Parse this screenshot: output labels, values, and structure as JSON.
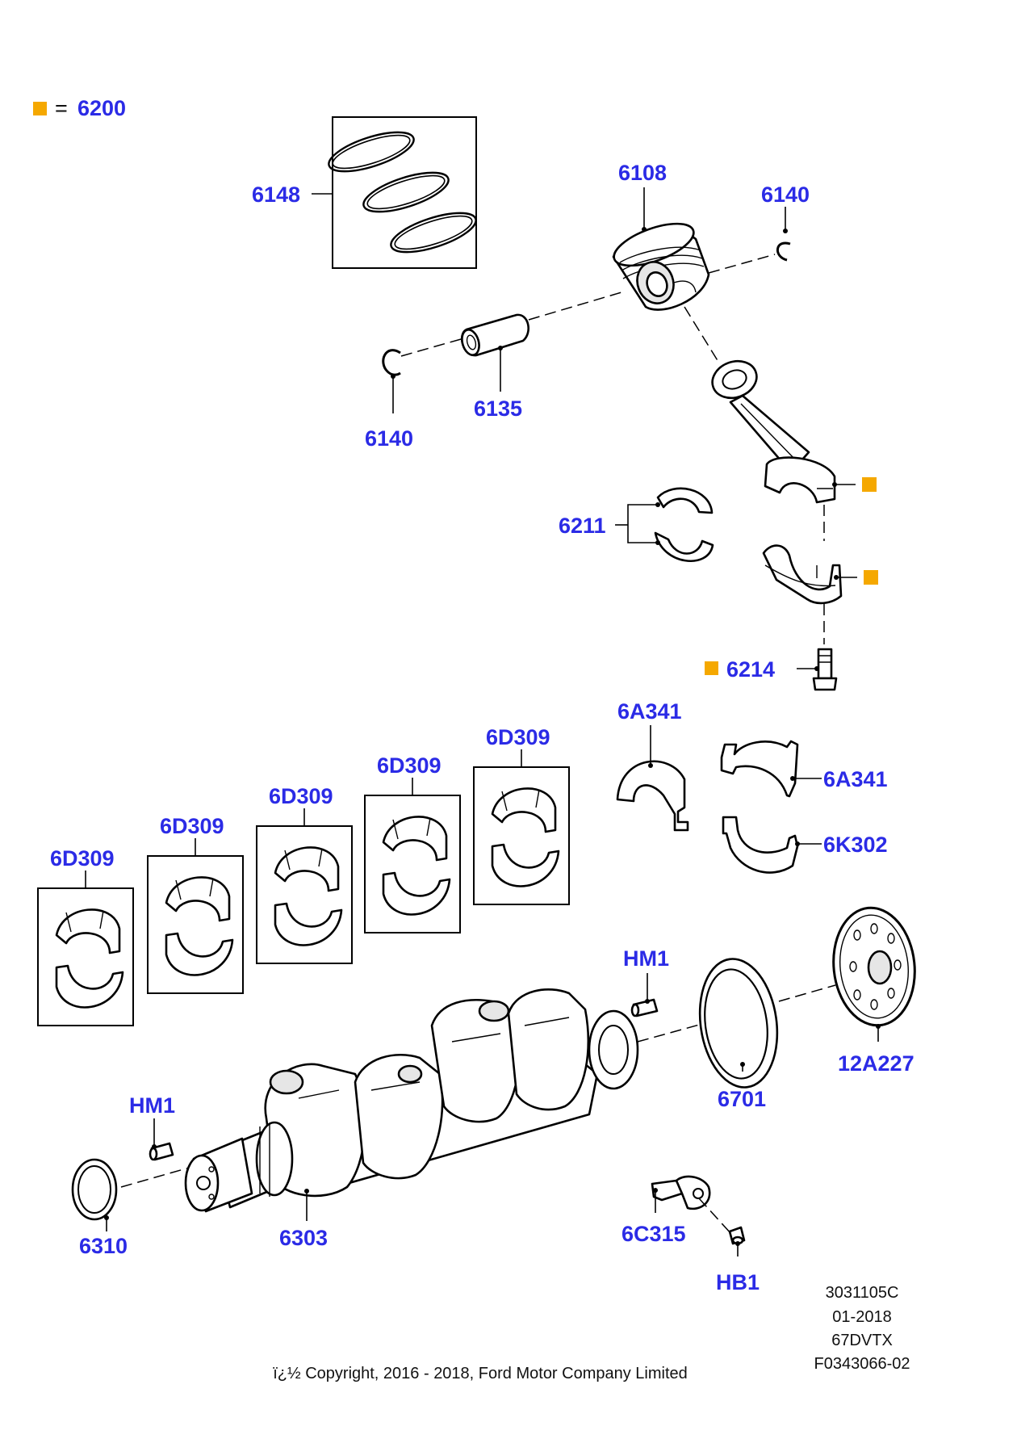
{
  "legend": {
    "marker_color": "#f5a800",
    "equals": "=",
    "value": "6200"
  },
  "labels": {
    "l6148": "6148",
    "l6108": "6108",
    "l6140_top": "6140",
    "l6140_left": "6140",
    "l6135": "6135",
    "l6211": "6211",
    "l6214": "6214",
    "l6A341_a": "6A341",
    "l6A341_b": "6A341",
    "l6K302": "6K302",
    "l6D309_1": "6D309",
    "l6D309_2": "6D309",
    "l6D309_3": "6D309",
    "l6D309_4": "6D309",
    "l6D309_5": "6D309",
    "lHM1_right": "HM1",
    "lHM1_left": "HM1",
    "l6701": "6701",
    "l12A227": "12A227",
    "l6310": "6310",
    "l6303": "6303",
    "l6C315": "6C315",
    "lHB1": "HB1"
  },
  "info": {
    "line1": "3031105C",
    "line2": "01-2018",
    "line3": "67DVTX",
    "line4": "F0343066-02"
  },
  "copyright": "ï¿½ Copyright, 2016 - 2018, Ford Motor Company Limited",
  "colors": {
    "label": "#2b2be6",
    "marker": "#f5a800"
  }
}
